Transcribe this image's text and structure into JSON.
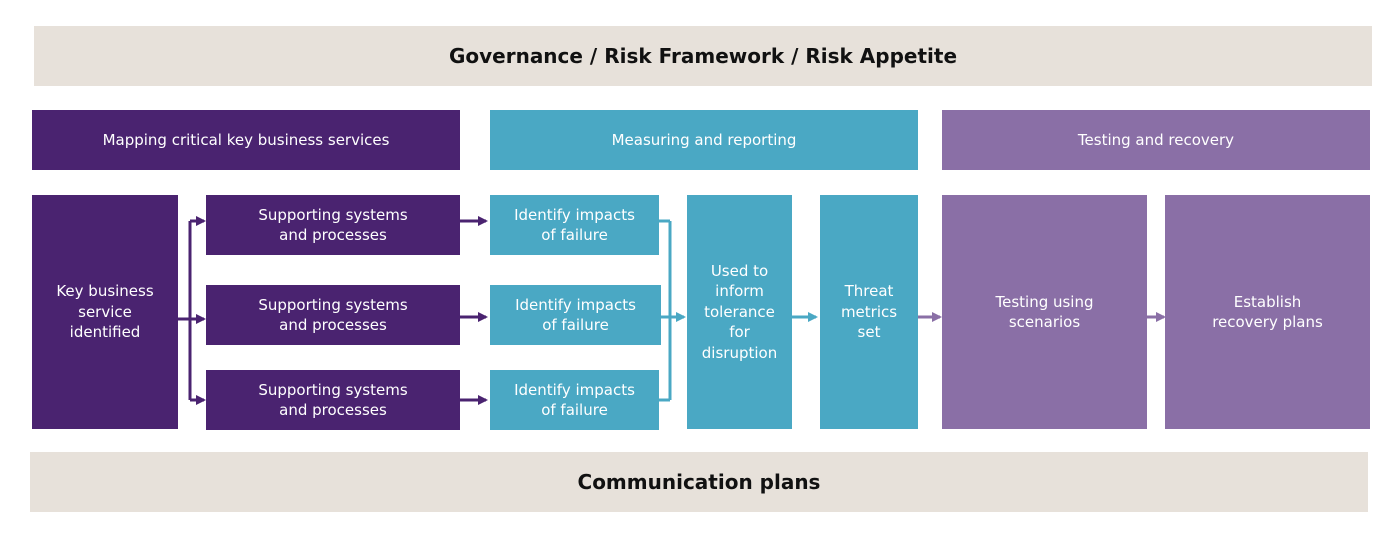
{
  "top_band": {
    "label": "Governance / Risk Framework / Risk Appetite"
  },
  "bottom_band": {
    "label": "Communication plans"
  },
  "phases": {
    "mapping": "Mapping critical key business services",
    "measuring": "Measuring and reporting",
    "testing": "Testing and recovery"
  },
  "nodes": {
    "key_service": "Key business\nservice\nidentified",
    "supporting_1": "Supporting systems\nand processes",
    "supporting_2": "Supporting systems\nand processes",
    "supporting_3": "Supporting systems\nand processes",
    "impacts_1": "Identify impacts\nof failure",
    "impacts_2": "Identify impacts\nof failure",
    "impacts_3": "Identify impacts\nof failure",
    "tolerance": "Used to\ninform\ntolerance\nfor\ndisruption",
    "threat_metrics": "Threat\nmetrics\nset",
    "testing_scenarios": "Testing using\nscenarios",
    "recovery_plans": "Establish\nrecovery plans"
  },
  "colors": {
    "dark_purple": "#4a2370",
    "teal": "#4aa8c4",
    "lavender": "#8a6fa6",
    "band": "#e7e1da"
  }
}
